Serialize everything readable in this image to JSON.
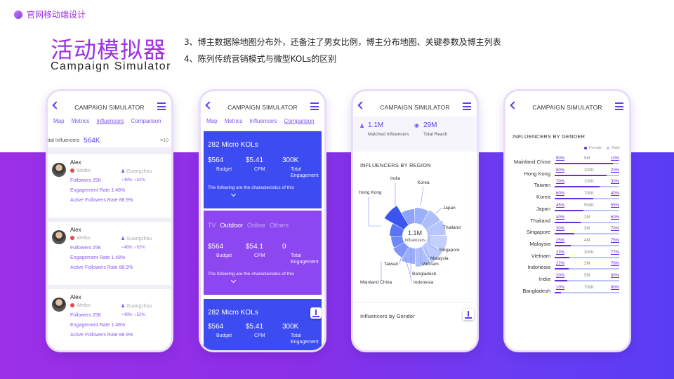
{
  "brand": {
    "name": "官网移动端设计"
  },
  "heading": {
    "title_cn": "活动模拟器",
    "title_en": "Campaign Simulator"
  },
  "notes": [
    "3、博主数据除地图分布外，还备注了男女比例，博主分布地图、关键参数及博主列表",
    "4、陈列传统营销模式与微型KOLs的区别"
  ],
  "app": {
    "header_title": "CAMPAIGN SIMULATOR"
  },
  "colors": {
    "accent": "#5b3ef0",
    "purple": "#9b30e6",
    "panel_blue": "#3d4cf0",
    "panel_purple": "#8d47f0"
  },
  "screen1": {
    "tabs": [
      "Map",
      "Metrics",
      "Influencers",
      "Comparison"
    ],
    "active_tab": "Influencers",
    "total_label": "ital Influencers",
    "total_value": "564K",
    "tail": "≡10",
    "kols": [
      {
        "name": "Alex",
        "platform": "Weibo",
        "city": "Guangzhou",
        "followers": "Followers 25K",
        "male": "48%",
        "female": "52%",
        "engagement": "Engagement Rate 1.48%",
        "active": "Active Followers Rate 88.9%"
      },
      {
        "name": "Alex",
        "platform": "Weibo",
        "city": "Guangzhou",
        "followers": "Followers 25K",
        "male": "48%",
        "female": "52%",
        "engagement": "Engagement Rate 1.48%",
        "active": "Active Followers Rate 88.9%"
      },
      {
        "name": "Alex",
        "platform": "Weibo",
        "city": "Guangzhou",
        "followers": "Followers 25K",
        "male": "48%",
        "female": "52%",
        "engagement": "Engagement Rate 1.48%",
        "active": "Active Followers Rate 88.9%"
      }
    ]
  },
  "screen2": {
    "tabs": [
      "Map",
      "Metrics",
      "Influencers",
      "Comparison"
    ],
    "active_tab": "Comparison",
    "panel1": {
      "title": "282 Micro KOLs",
      "m1": "$564",
      "l1": "Budget",
      "m2": "$5.41",
      "l2": "CPM",
      "m3": "300K",
      "l3a": "Total",
      "l3b": "Engagement",
      "sub": "The following are the characteristics of this"
    },
    "panel2": {
      "media": [
        "TV",
        "Outdoor",
        "Online",
        "Others"
      ],
      "active_media": "Outdoor",
      "m1": "$564",
      "l1": "Budget",
      "m2": "$54.1",
      "l2": "CPM",
      "m3": "0",
      "l3a": "Total",
      "l3b": "Engagement",
      "sub": "The following are the characteristics of this"
    },
    "panel3": {
      "title": "282 Micro KOLs",
      "m1": "$564",
      "l1": "Budget",
      "m2": "$5.41",
      "l2": "CPM",
      "m3": "300K",
      "l3a": "Total",
      "l3b": "Engagement"
    }
  },
  "screen3": {
    "matched_value": "1.1M",
    "matched_label": "Matched Influencers",
    "reach_value": "29M",
    "reach_label": "Total Reach",
    "region_title": "INFLUENCERS BY REGION",
    "center_value": "1.1M",
    "center_label": "Influencers",
    "regions": [
      "India",
      "Korea",
      "Hong Kong",
      "Japan",
      "Thailand",
      "Singapore",
      "Malaysia",
      "Vietnam",
      "Bangladesh",
      "Indonesia",
      "Taiwan",
      "Mainland China"
    ],
    "gender_link": "Influencers by Gender"
  },
  "screen4": {
    "title": "INFLUENCERS BY GENDER",
    "legend_female": "Female",
    "legend_male": "Male",
    "rows": [
      {
        "country": "Mainland China",
        "female": "90%",
        "mid": "5M",
        "male": "10%",
        "ratio": 0.9
      },
      {
        "country": "Hong Kong",
        "female": "80%",
        "mid": "200K",
        "male": "20%",
        "ratio": 0.8
      },
      {
        "country": "Taiwan",
        "female": "70%",
        "mid": "100K",
        "male": "30%",
        "ratio": 0.7
      },
      {
        "country": "Korea",
        "female": "60%",
        "mid": "700K",
        "male": "40%",
        "ratio": 0.6
      },
      {
        "country": "Japan",
        "female": "45%",
        "mid": "500K",
        "male": "55%",
        "ratio": 0.45
      },
      {
        "country": "Thailand",
        "female": "40%",
        "mid": "2M",
        "male": "60%",
        "ratio": 0.4
      },
      {
        "country": "Singapore",
        "female": "30%",
        "mid": "3M",
        "male": "70%",
        "ratio": 0.3
      },
      {
        "country": "Malaysia",
        "female": "25%",
        "mid": "4M",
        "male": "75%",
        "ratio": 0.25
      },
      {
        "country": "Vietnam",
        "female": "23%",
        "mid": "300K",
        "male": "77%",
        "ratio": 0.23
      },
      {
        "country": "Indonesia",
        "female": "22%",
        "mid": "2M",
        "male": "78%",
        "ratio": 0.22
      },
      {
        "country": "India",
        "female": "20%",
        "mid": "5M",
        "male": "80%",
        "ratio": 0.2
      },
      {
        "country": "Bangladesh",
        "female": "10%",
        "mid": "700K",
        "male": "90%",
        "ratio": 0.1
      }
    ]
  }
}
